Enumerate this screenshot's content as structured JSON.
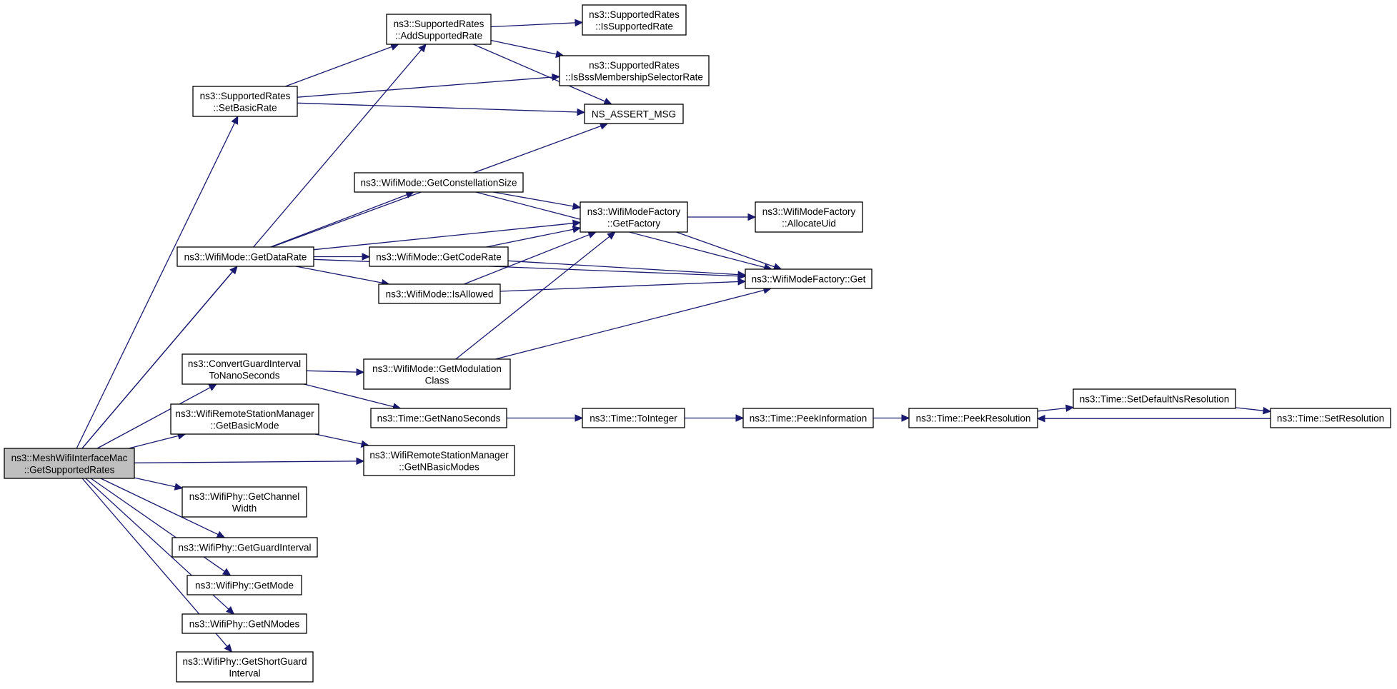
{
  "colors": {
    "edge": "#191970",
    "root_fill": "#bfbfbf",
    "node_fill": "#ffffff",
    "border": "#000000"
  },
  "nodes": {
    "mesh_get_supported_rates": {
      "lines": [
        "ns3::MeshWifiInterfaceMac",
        "::GetSupportedRates"
      ]
    },
    "sr_add_supported_rate": {
      "lines": [
        "ns3::SupportedRates",
        "::AddSupportedRate"
      ]
    },
    "sr_is_supported_rate": {
      "lines": [
        "ns3::SupportedRates",
        "::IsSupportedRate"
      ]
    },
    "sr_is_bss_membership": {
      "lines": [
        "ns3::SupportedRates",
        "::IsBssMembershipSelectorRate"
      ]
    },
    "sr_set_basic_rate": {
      "lines": [
        "ns3::SupportedRates",
        "::SetBasicRate"
      ]
    },
    "ns_assert_msg": {
      "lines": [
        "NS_ASSERT_MSG"
      ]
    },
    "wm_get_constellation_size": {
      "lines": [
        "ns3::WifiMode::GetConstellationSize"
      ]
    },
    "wmf_get_factory": {
      "lines": [
        "ns3::WifiModeFactory",
        "::GetFactory"
      ]
    },
    "wmf_allocate_uid": {
      "lines": [
        "ns3::WifiModeFactory",
        "::AllocateUid"
      ]
    },
    "wm_get_data_rate": {
      "lines": [
        "ns3::WifiMode::GetDataRate"
      ]
    },
    "wm_get_code_rate": {
      "lines": [
        "ns3::WifiMode::GetCodeRate"
      ]
    },
    "wmf_get": {
      "lines": [
        "ns3::WifiModeFactory::Get"
      ]
    },
    "wm_is_allowed": {
      "lines": [
        "ns3::WifiMode::IsAllowed"
      ]
    },
    "convert_guard_interval": {
      "lines": [
        "ns3::ConvertGuardInterval",
        "ToNanoSeconds"
      ]
    },
    "wm_get_modulation_class": {
      "lines": [
        "ns3::WifiMode::GetModulation",
        "Class"
      ]
    },
    "time_get_nano_seconds": {
      "lines": [
        "ns3::Time::GetNanoSeconds"
      ]
    },
    "time_to_integer": {
      "lines": [
        "ns3::Time::ToInteger"
      ]
    },
    "time_peek_information": {
      "lines": [
        "ns3::Time::PeekInformation"
      ]
    },
    "time_peek_resolution": {
      "lines": [
        "ns3::Time::PeekResolution"
      ]
    },
    "time_set_default_ns_resolution": {
      "lines": [
        "ns3::Time::SetDefaultNsResolution"
      ]
    },
    "time_set_resolution": {
      "lines": [
        "ns3::Time::SetResolution"
      ]
    },
    "wrsm_get_basic_mode": {
      "lines": [
        "ns3::WifiRemoteStationManager",
        "::GetBasicMode"
      ]
    },
    "wrsm_get_n_basic_modes": {
      "lines": [
        "ns3::WifiRemoteStationManager",
        "::GetNBasicModes"
      ]
    },
    "phy_get_channel_width": {
      "lines": [
        "ns3::WifiPhy::GetChannel",
        "Width"
      ]
    },
    "phy_get_guard_interval": {
      "lines": [
        "ns3::WifiPhy::GetGuardInterval"
      ]
    },
    "phy_get_mode": {
      "lines": [
        "ns3::WifiPhy::GetMode"
      ]
    },
    "phy_get_n_modes": {
      "lines": [
        "ns3::WifiPhy::GetNModes"
      ]
    },
    "phy_get_short_guard_interval": {
      "lines": [
        "ns3::WifiPhy::GetShortGuard",
        "Interval"
      ]
    }
  },
  "edges": [
    [
      "mesh_get_supported_rates",
      "sr_add_supported_rate"
    ],
    [
      "mesh_get_supported_rates",
      "sr_set_basic_rate"
    ],
    [
      "mesh_get_supported_rates",
      "wm_get_data_rate"
    ],
    [
      "mesh_get_supported_rates",
      "convert_guard_interval"
    ],
    [
      "mesh_get_supported_rates",
      "wrsm_get_basic_mode"
    ],
    [
      "mesh_get_supported_rates",
      "wrsm_get_n_basic_modes"
    ],
    [
      "mesh_get_supported_rates",
      "phy_get_channel_width"
    ],
    [
      "mesh_get_supported_rates",
      "phy_get_guard_interval"
    ],
    [
      "mesh_get_supported_rates",
      "phy_get_mode"
    ],
    [
      "mesh_get_supported_rates",
      "phy_get_n_modes"
    ],
    [
      "mesh_get_supported_rates",
      "phy_get_short_guard_interval"
    ],
    [
      "sr_add_supported_rate",
      "sr_is_supported_rate"
    ],
    [
      "sr_add_supported_rate",
      "sr_is_bss_membership"
    ],
    [
      "sr_add_supported_rate",
      "ns_assert_msg"
    ],
    [
      "sr_set_basic_rate",
      "sr_add_supported_rate"
    ],
    [
      "sr_set_basic_rate",
      "sr_is_bss_membership"
    ],
    [
      "sr_set_basic_rate",
      "ns_assert_msg"
    ],
    [
      "wm_get_data_rate",
      "ns_assert_msg"
    ],
    [
      "wm_get_data_rate",
      "wm_get_constellation_size"
    ],
    [
      "wm_get_data_rate",
      "wmf_get_factory"
    ],
    [
      "wm_get_data_rate",
      "wm_get_code_rate"
    ],
    [
      "wm_get_data_rate",
      "wm_is_allowed"
    ],
    [
      "wm_get_data_rate",
      "wmf_get"
    ],
    [
      "wm_get_constellation_size",
      "wmf_get_factory"
    ],
    [
      "wm_get_constellation_size",
      "wmf_get"
    ],
    [
      "wmf_get_factory",
      "wmf_allocate_uid"
    ],
    [
      "wmf_get_factory",
      "wmf_get"
    ],
    [
      "wm_get_code_rate",
      "wmf_get_factory"
    ],
    [
      "wm_get_code_rate",
      "wmf_get"
    ],
    [
      "wm_is_allowed",
      "wmf_get_factory"
    ],
    [
      "wm_is_allowed",
      "wmf_get"
    ],
    [
      "convert_guard_interval",
      "wm_get_modulation_class"
    ],
    [
      "convert_guard_interval",
      "time_get_nano_seconds"
    ],
    [
      "wm_get_modulation_class",
      "wmf_get_factory"
    ],
    [
      "wm_get_modulation_class",
      "wmf_get"
    ],
    [
      "time_get_nano_seconds",
      "time_to_integer"
    ],
    [
      "time_to_integer",
      "time_peek_information"
    ],
    [
      "time_peek_information",
      "time_peek_resolution"
    ],
    [
      "time_peek_resolution",
      "time_set_default_ns_resolution"
    ],
    [
      "time_set_default_ns_resolution",
      "time_set_resolution"
    ],
    [
      "time_set_resolution",
      "time_peek_resolution"
    ],
    [
      "wrsm_get_basic_mode",
      "wrsm_get_n_basic_modes"
    ]
  ]
}
